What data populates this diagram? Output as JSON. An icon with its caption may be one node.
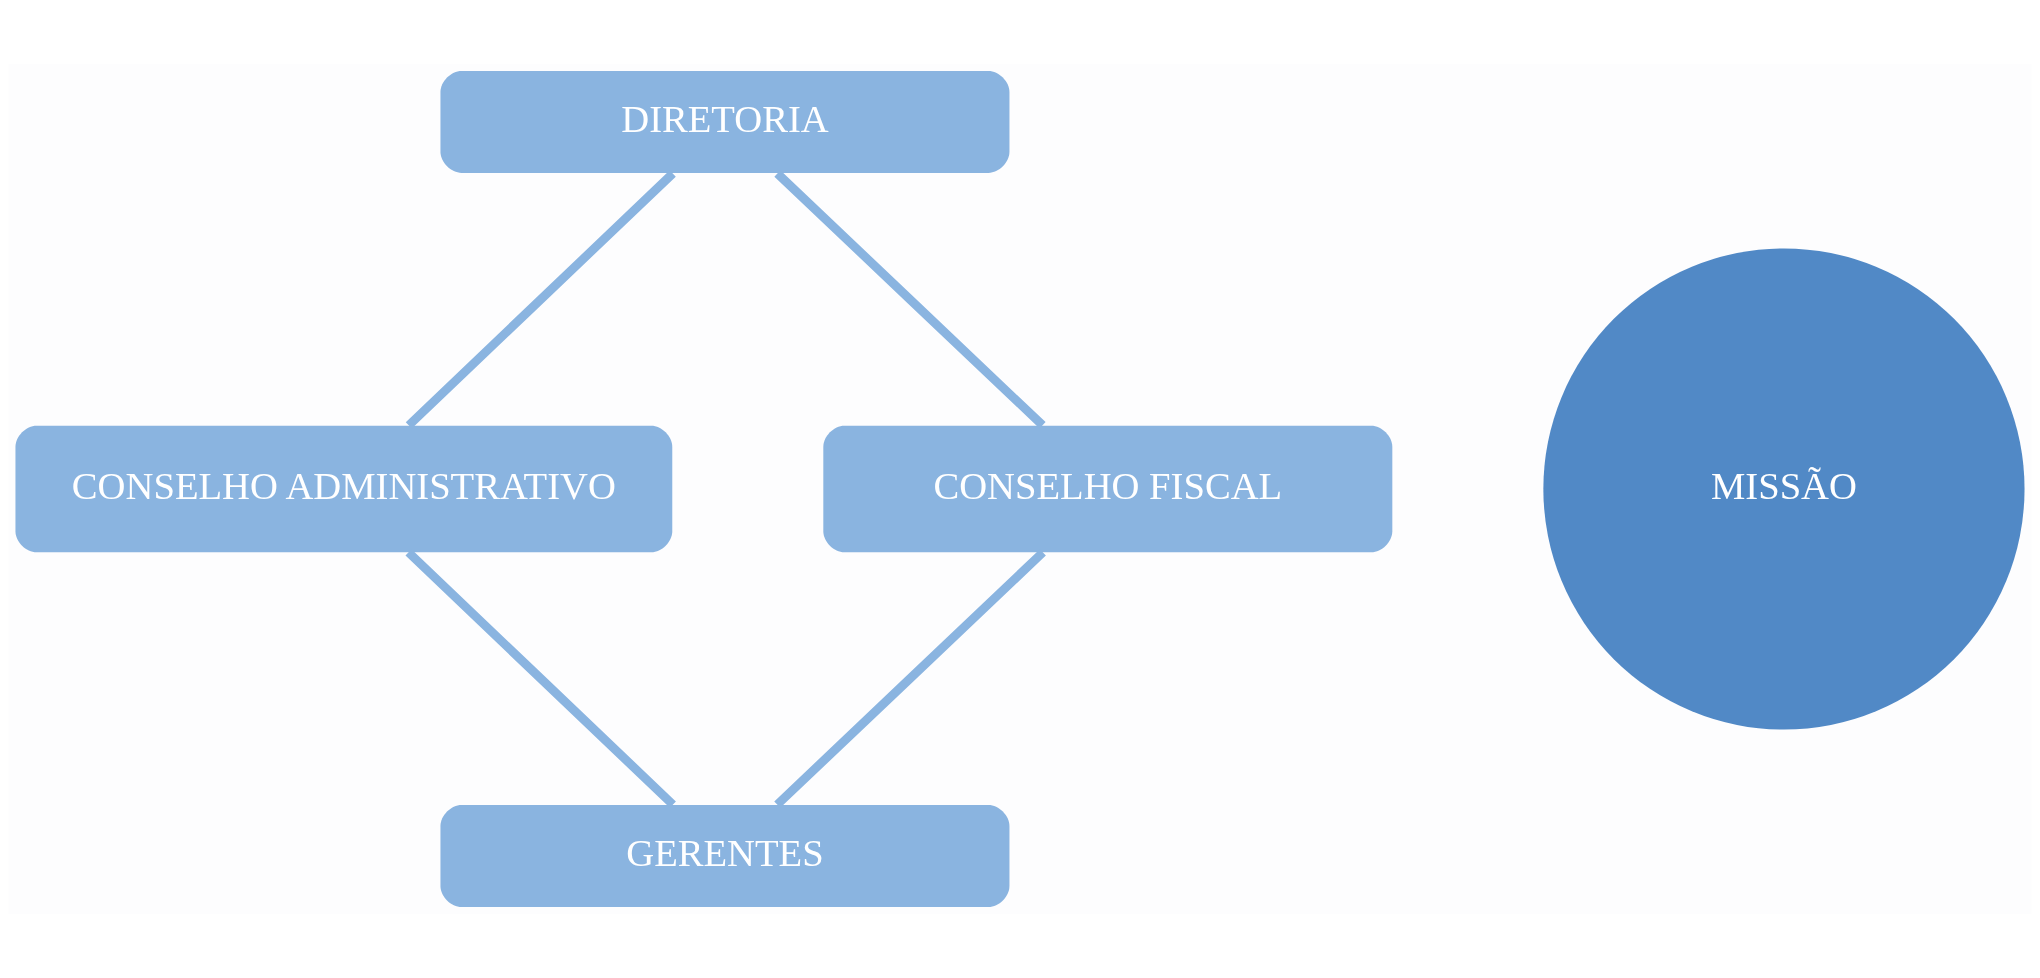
{
  "diagram": {
    "nodes": [
      {
        "text": [
          "DIRETORIA"
        ]
      },
      {
        "text": [
          "CONSELHO ADMINISTRATIVO"
        ]
      },
      {
        "text": [
          "MISSÃO"
        ]
      },
      {
        "text": [
          "CONSELHO FISCAL"
        ]
      },
      {
        "text": [
          "GERENTES"
        ]
      }
    ],
    "edges": [
      {
        "from": 0,
        "to": 3,
        "arrow": "none"
      },
      {
        "from": 3,
        "to": 4,
        "arrow": "none"
      },
      {
        "from": 4,
        "to": 1,
        "arrow": "none"
      },
      {
        "from": 1,
        "to": 0,
        "arrow": "none"
      }
    ]
  }
}
